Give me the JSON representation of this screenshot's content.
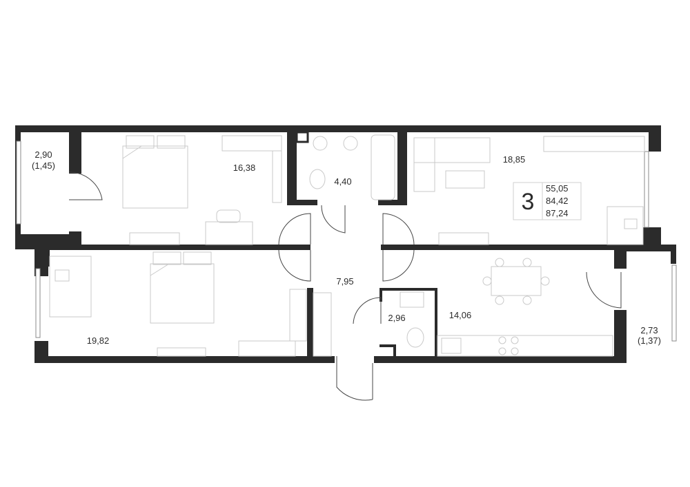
{
  "plan": {
    "rooms_count": "3",
    "areas": {
      "living": "55,05",
      "total": "84,42",
      "total_with_balcony": "87,24"
    },
    "rooms": [
      {
        "id": "balcony_left",
        "area": "2,90",
        "sub": "(1,45)"
      },
      {
        "id": "bedroom_top",
        "area": "16,38"
      },
      {
        "id": "bathroom",
        "area": "4,40"
      },
      {
        "id": "living_room",
        "area": "18,85"
      },
      {
        "id": "bedroom_bottom",
        "area": "19,82"
      },
      {
        "id": "hall",
        "area": "7,95"
      },
      {
        "id": "wc",
        "area": "2,96"
      },
      {
        "id": "kitchen",
        "area": "14,06"
      },
      {
        "id": "balcony_right",
        "area": "2,73",
        "sub": "(1,37)"
      }
    ]
  }
}
